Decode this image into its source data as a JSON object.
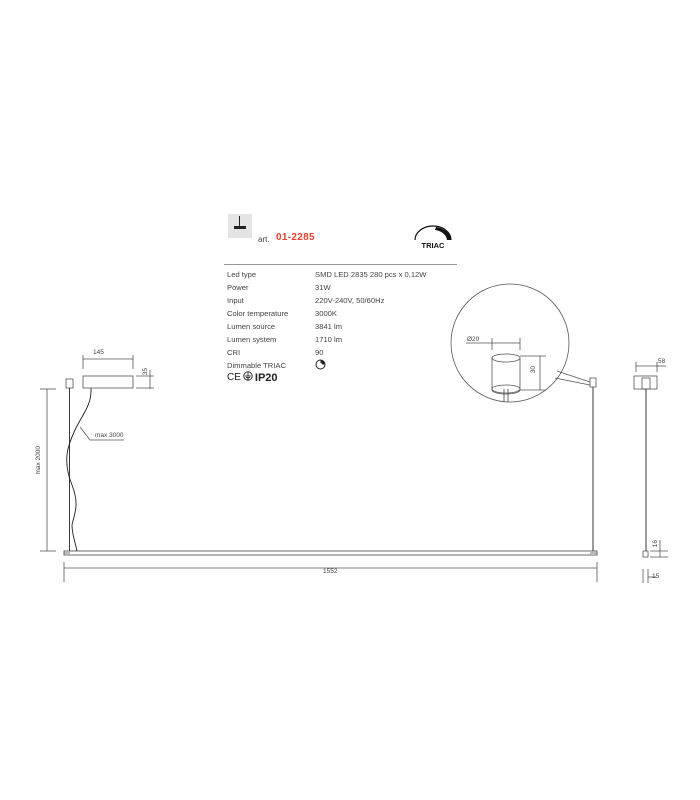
{
  "product": {
    "art_label": "art.",
    "art_number": "01-2285",
    "accent_color": "#e8402c",
    "dimmable_badge": "TRIAC"
  },
  "specs": [
    {
      "key": "Led type",
      "value": "SMD LED 2835 280 pcs x 0,12W"
    },
    {
      "key": "Power",
      "value": "31W"
    },
    {
      "key": "Input",
      "value": "220V-240V, 50/60Hz"
    },
    {
      "key": "Color temperature",
      "value": "3000K"
    },
    {
      "key": "Lumen source",
      "value": "3841 lm"
    },
    {
      "key": "Lumen system",
      "value": "1710 lm"
    },
    {
      "key": "CRI",
      "value": "90"
    },
    {
      "key": "Dimmable TRIAC",
      "value": ""
    }
  ],
  "certifications": {
    "ce": "CE",
    "ip": "IP20",
    "icons": [
      "ce-mark-icon",
      "class-ii-ground-icon",
      "ip20-icon"
    ]
  },
  "dimensions": {
    "canopy_width": "145",
    "canopy_height": "35",
    "cable_max": "max 3000",
    "suspension_max": "max 2000",
    "length": "1552",
    "detail_diameter": "Ø20",
    "detail_height": "30",
    "side_width": "58",
    "profile_height": "16",
    "profile_width": "15"
  }
}
